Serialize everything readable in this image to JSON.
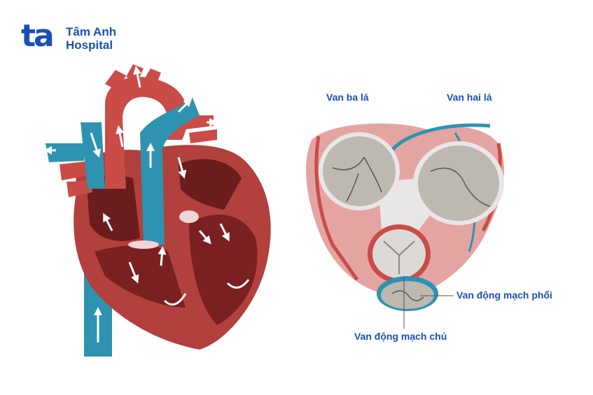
{
  "brand": {
    "mark": "ta",
    "line1": "Tâm Anh",
    "line2": "Hospital",
    "color": "#1a4fb5"
  },
  "labels": {
    "tricuspid": "Van ba lá",
    "mitral": "Van hai lá",
    "pulmonary": "Van động mạch phổi",
    "aortic": "Van động mạch chủ"
  },
  "colors": {
    "artery_red": "#c94c47",
    "vein_blue": "#2d93b0",
    "chamber_dark": "#6b1c1c",
    "muscle": "#b2403c",
    "valve_gray": "#bdb8b0",
    "muscle_pink": "#e4a4a2"
  }
}
